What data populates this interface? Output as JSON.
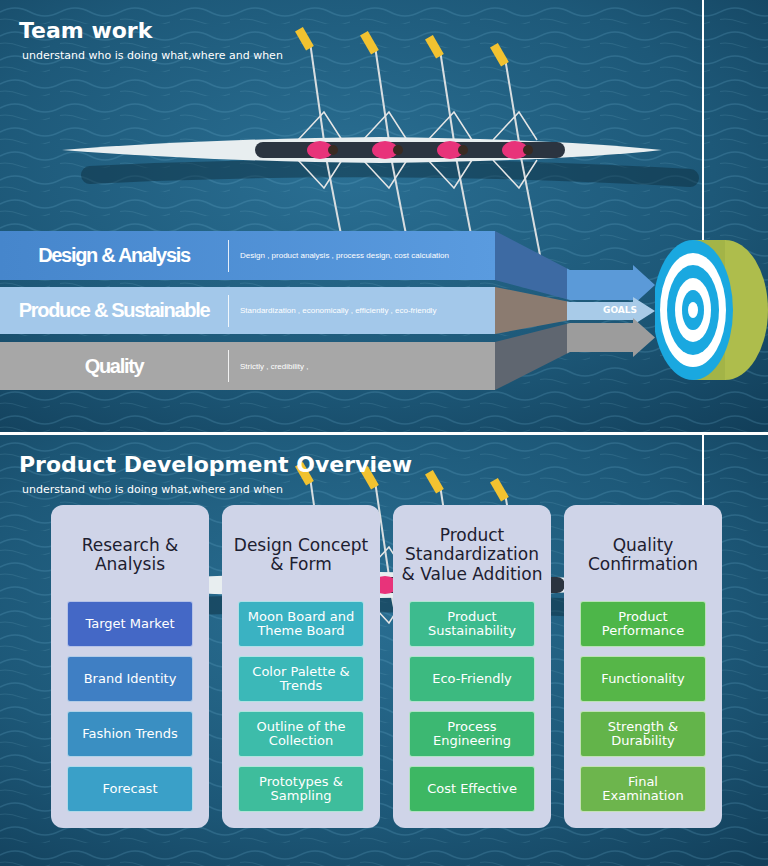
{
  "diagram": {
    "title": "Team work",
    "nodes": [
      {
        "text": [
          "Design & Analysis",
          "Design , product analysis , process design, cost calculation"
        ]
      },
      {
        "text": [
          "Produce & Sustainable",
          "Standardization , economically , efficiently , eco-friendly"
        ]
      },
      {
        "text": [
          "Quality",
          "Strictly , credibility ,"
        ]
      },
      {
        "text": [
          "GOALS"
        ]
      },
      {
        "text": [
          "Research & Analysis"
        ]
      },
      {
        "text": [
          "Target Market"
        ],
        "in": 4
      },
      {
        "text": [
          "Brand Identity"
        ],
        "in": 4
      },
      {
        "text": [
          "Fashion Trends"
        ],
        "in": 4
      },
      {
        "text": [
          "Forecast"
        ],
        "in": 4
      },
      {
        "text": [
          "Design Concept & Form"
        ]
      },
      {
        "text": [
          "Moon Board and Theme Board"
        ],
        "in": 9
      },
      {
        "text": [
          "Color Palette & Trends"
        ],
        "in": 9
      },
      {
        "text": [
          "Outline of the Collection"
        ],
        "in": 9
      },
      {
        "text": [
          "Prototypes & Sampling"
        ],
        "in": 9
      },
      {
        "text": [
          "Product Standardization & Value Addition"
        ]
      },
      {
        "text": [
          "Product Sustainability"
        ],
        "in": 14
      },
      {
        "text": [
          "Eco-Friendly"
        ],
        "in": 14
      },
      {
        "text": [
          "Process Engineering"
        ],
        "in": 14
      },
      {
        "text": [
          "Cost Effective"
        ],
        "in": 14
      },
      {
        "text": [
          "Quality Confirmation"
        ]
      },
      {
        "text": [
          "Product Performance"
        ],
        "in": 19
      },
      {
        "text": [
          "Functionality"
        ],
        "in": 19
      },
      {
        "text": [
          "Strength & Durability"
        ],
        "in": 19
      },
      {
        "text": [
          "Final Examination"
        ],
        "in": 19
      }
    ],
    "edges": [
      {
        "from": 0,
        "to": 3,
        "arrow": "to"
      },
      {
        "from": 1,
        "to": 3,
        "arrow": "to"
      },
      {
        "from": 2,
        "to": 3,
        "arrow": "to"
      }
    ],
    "labels": [
      "understand who is doing what,where and when",
      "Product Development Overview",
      "understand who is doing what,where and when"
    ]
  }
}
